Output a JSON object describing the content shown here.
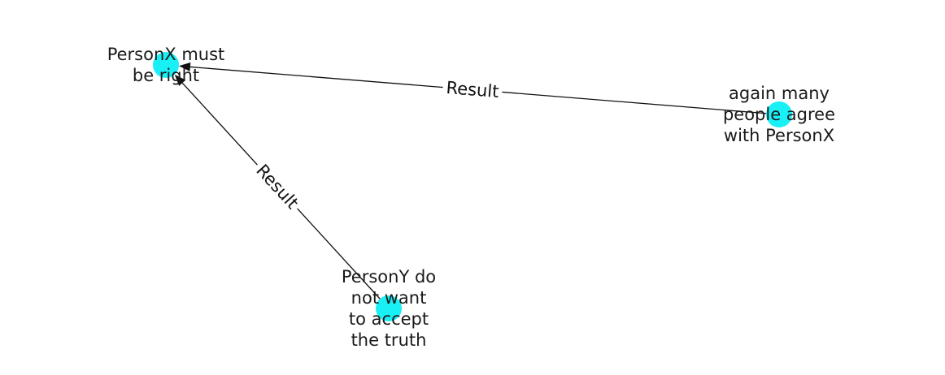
{
  "graph": {
    "node_color": "#19f0f5",
    "edge_color": "#111111",
    "nodes": [
      {
        "id": "n1",
        "label_lines": [
          "PersonX must",
          "be right"
        ]
      },
      {
        "id": "n2",
        "label_lines": [
          "again many",
          "people agree",
          "with PersonX"
        ]
      },
      {
        "id": "n3",
        "label_lines": [
          "PersonY do",
          "not want",
          "to accept",
          "the truth"
        ]
      }
    ],
    "edges": [
      {
        "source": "n2",
        "target": "n1",
        "label": "Result"
      },
      {
        "source": "n3",
        "target": "n1",
        "label": "Result"
      }
    ]
  }
}
